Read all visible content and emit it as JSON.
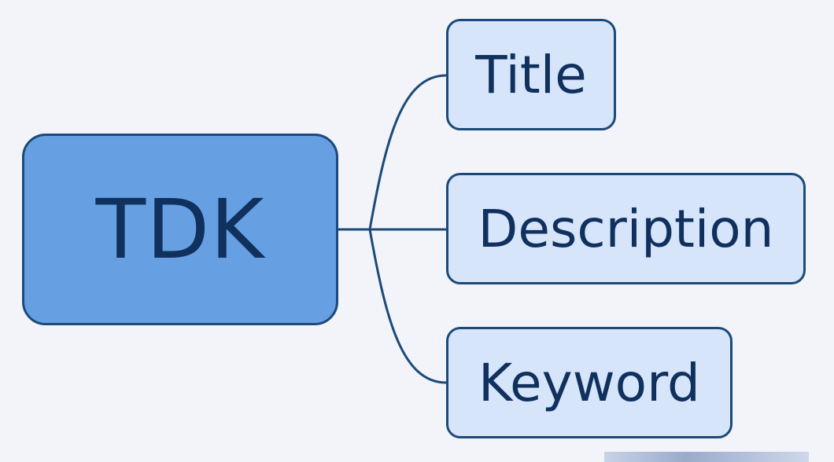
{
  "diagram": {
    "root": {
      "label": "TDK"
    },
    "children": [
      {
        "label": "Title"
      },
      {
        "label": "Description"
      },
      {
        "label": "Keyword"
      }
    ]
  },
  "colors": {
    "background": "#f3f4fa",
    "root_fill": "#66a0e2",
    "child_fill": "#d6e5fa",
    "border": "#1c4a78",
    "text": "#10305e",
    "connector": "#1c4a78"
  }
}
